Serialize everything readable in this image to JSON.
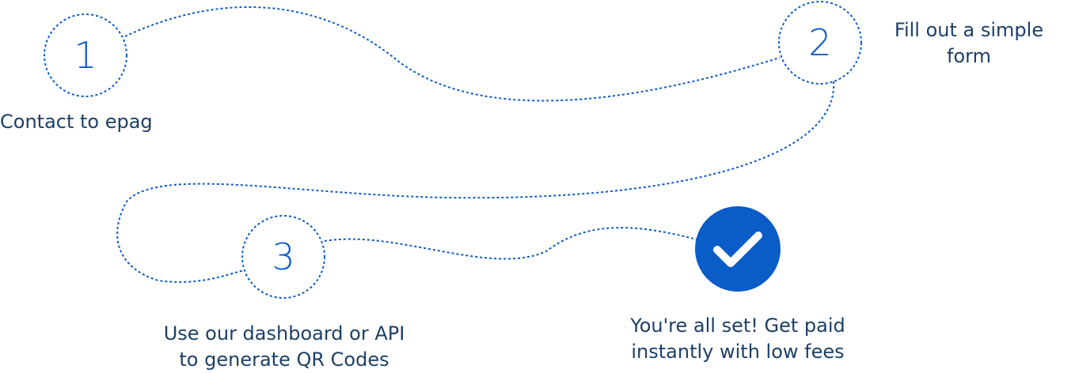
{
  "colors": {
    "accent": "#0a5cc7",
    "text": "#1d3f66",
    "check_mark": "#ffffff"
  },
  "steps": [
    {
      "number": "1",
      "label": "Contact to epag"
    },
    {
      "number": "2",
      "label": "Fill out a simple\nform"
    },
    {
      "number": "3",
      "label": "Use our dashboard or API\nto generate QR Codes"
    },
    {
      "icon": "checkmark-icon",
      "label": "You're all set! Get paid\ninstantly with low fees"
    }
  ]
}
